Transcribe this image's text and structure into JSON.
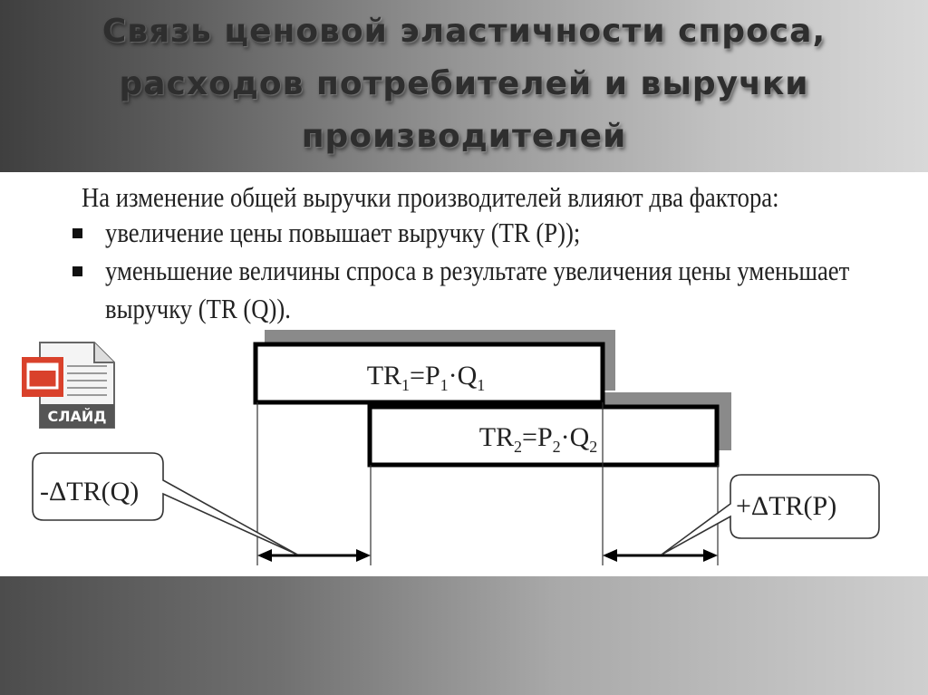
{
  "slide": {
    "title_lines": [
      "Связь ценовой эластичности спроса,",
      "расходов потребителей и выручки",
      "производителей"
    ],
    "intro": "На изменение общей выручки производителей влияют два фактора:",
    "bullets": [
      {
        "lines": [
          "увеличение цены повышает выручку  (TR (P));"
        ]
      },
      {
        "lines": [
          "уменьшение величины спроса в результате увеличения цены уменьшает",
          "выручку (TR (Q))."
        ]
      }
    ]
  },
  "icon": {
    "name": "slide-file-icon",
    "label": "СЛАЙД",
    "accent": "#d9412b"
  },
  "diagram": {
    "box1": {
      "base": "TR",
      "sub1": "1",
      "eq": "=P",
      "sub2": "1",
      "dot": "·Q",
      "sub3": "1"
    },
    "box2": {
      "base": "TR",
      "sub1": "2",
      "eq": "=P",
      "sub2": "2",
      "dot": "·Q",
      "sub3": "2"
    },
    "callout_left": "-ΔTR(Q)",
    "callout_right": "+ΔTR(P)"
  },
  "colors": {
    "shadow": "#8a8a8a",
    "box_border": "#000000",
    "text": "#222222"
  }
}
